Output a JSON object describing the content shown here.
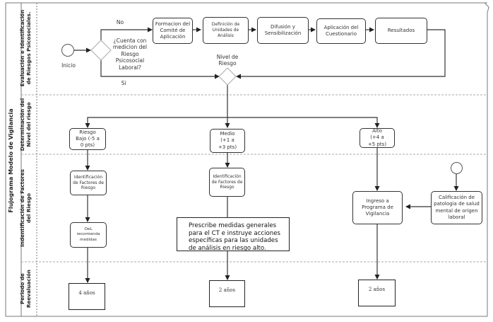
{
  "title": "Flujograma Modelo de Vigilancia",
  "lanes": [
    {
      "label": "Evaluación e Identificación de Riesgos Psicosociales."
    },
    {
      "label": "Determinación del Nivel del riesgo"
    },
    {
      "label": "Indentificación de Factores del Riesgo"
    },
    {
      "label": "Periodo de Reevaluación"
    }
  ],
  "start": {
    "label": "Inicio"
  },
  "decision_measurement": {
    "label": "¿Cuenta con medicion del Riesgo Psicosocial Laboral?",
    "no_label": "No",
    "yes_label": "Si"
  },
  "process_steps": [
    {
      "label": "Formacion del Comité de Aplicación"
    },
    {
      "label": "Definición de Unidades de Análisis"
    },
    {
      "label": "Difusión y Sensibilización"
    },
    {
      "label": "Aplicación del Cuestionario"
    },
    {
      "label": "Resultados"
    }
  ],
  "decision_risk": {
    "label": "Nivel de Riesgo"
  },
  "risk_levels": [
    {
      "label": "Riesgo Bajo (-5 a 0 pts)"
    },
    {
      "label": "Medio (+1 a +3 pts)"
    },
    {
      "label": "Alto (+4 a +5 pts)"
    }
  ],
  "factor_identification": [
    {
      "label": "Identificación de Factores de Riesgo"
    },
    {
      "label": "Identificación de Factores de Riesgo"
    }
  ],
  "low_action": {
    "label": "OeL recomienda medidas"
  },
  "medium_note": {
    "label": "Prescribe medidas generales para el CT e instruye acciones específicas para las unidades de análisis en riesgo alto."
  },
  "surveillance_program": {
    "label": "Ingreso a Programa de Vigilancia"
  },
  "occupational_pathology": {
    "label": "Calificación de patologia de salud mental de origen laboral"
  },
  "reevaluation": [
    {
      "label": "4 años"
    },
    {
      "label": "2 años"
    },
    {
      "label": "2 años"
    }
  ]
}
